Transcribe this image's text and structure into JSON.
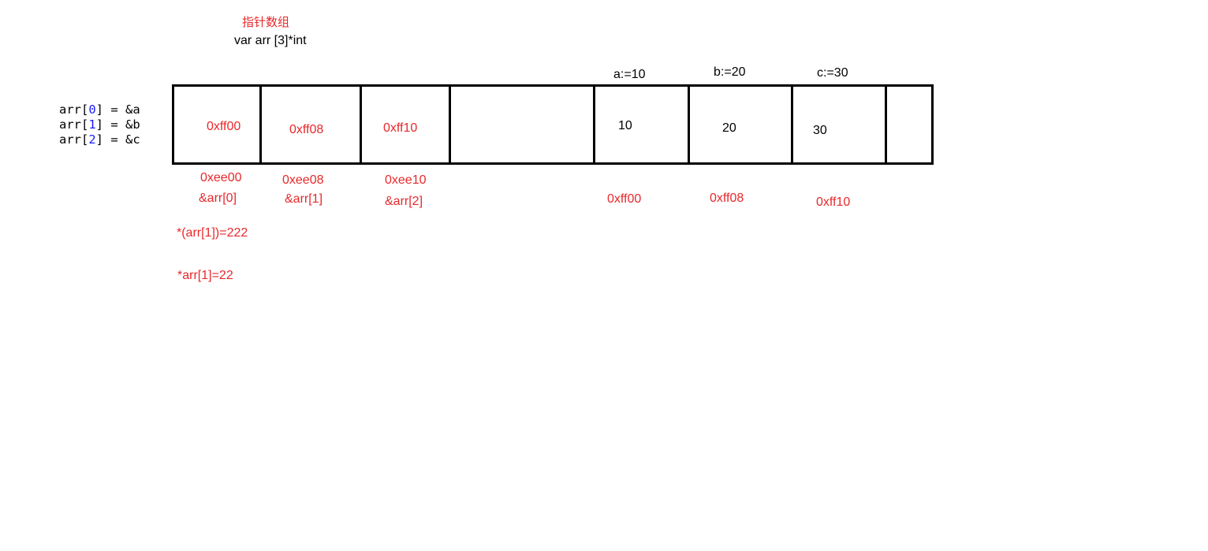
{
  "title": {
    "chinese": "指针数组",
    "declaration": "var arr [3]*int"
  },
  "code_lines": [
    {
      "prefix": "arr[",
      "index": "0",
      "suffix": "] = &a"
    },
    {
      "prefix": "arr[",
      "index": "1",
      "suffix": "] = &b"
    },
    {
      "prefix": "arr[",
      "index": "2",
      "suffix": "] = &c"
    }
  ],
  "variables": {
    "a_label": "a:=10",
    "b_label": "b:=20",
    "c_label": "c:=30"
  },
  "cells": {
    "arr0_value": "0xff00",
    "arr1_value": "0xff08",
    "arr2_value": "0xff10",
    "a_value": "10",
    "b_value": "20",
    "c_value": "30"
  },
  "addresses": {
    "arr0_addr": "0xee00",
    "arr1_addr": "0xee08",
    "arr2_addr": "0xee10",
    "arr0_ref": "&arr[0]",
    "arr1_ref": "&arr[1]",
    "arr2_ref": "&arr[2]",
    "a_addr": "0xff00",
    "b_addr": "0xff08",
    "c_addr": "0xff10"
  },
  "notes": {
    "deref_paren": "*(arr[1])=222",
    "deref_plain": "*arr[1]=22"
  }
}
